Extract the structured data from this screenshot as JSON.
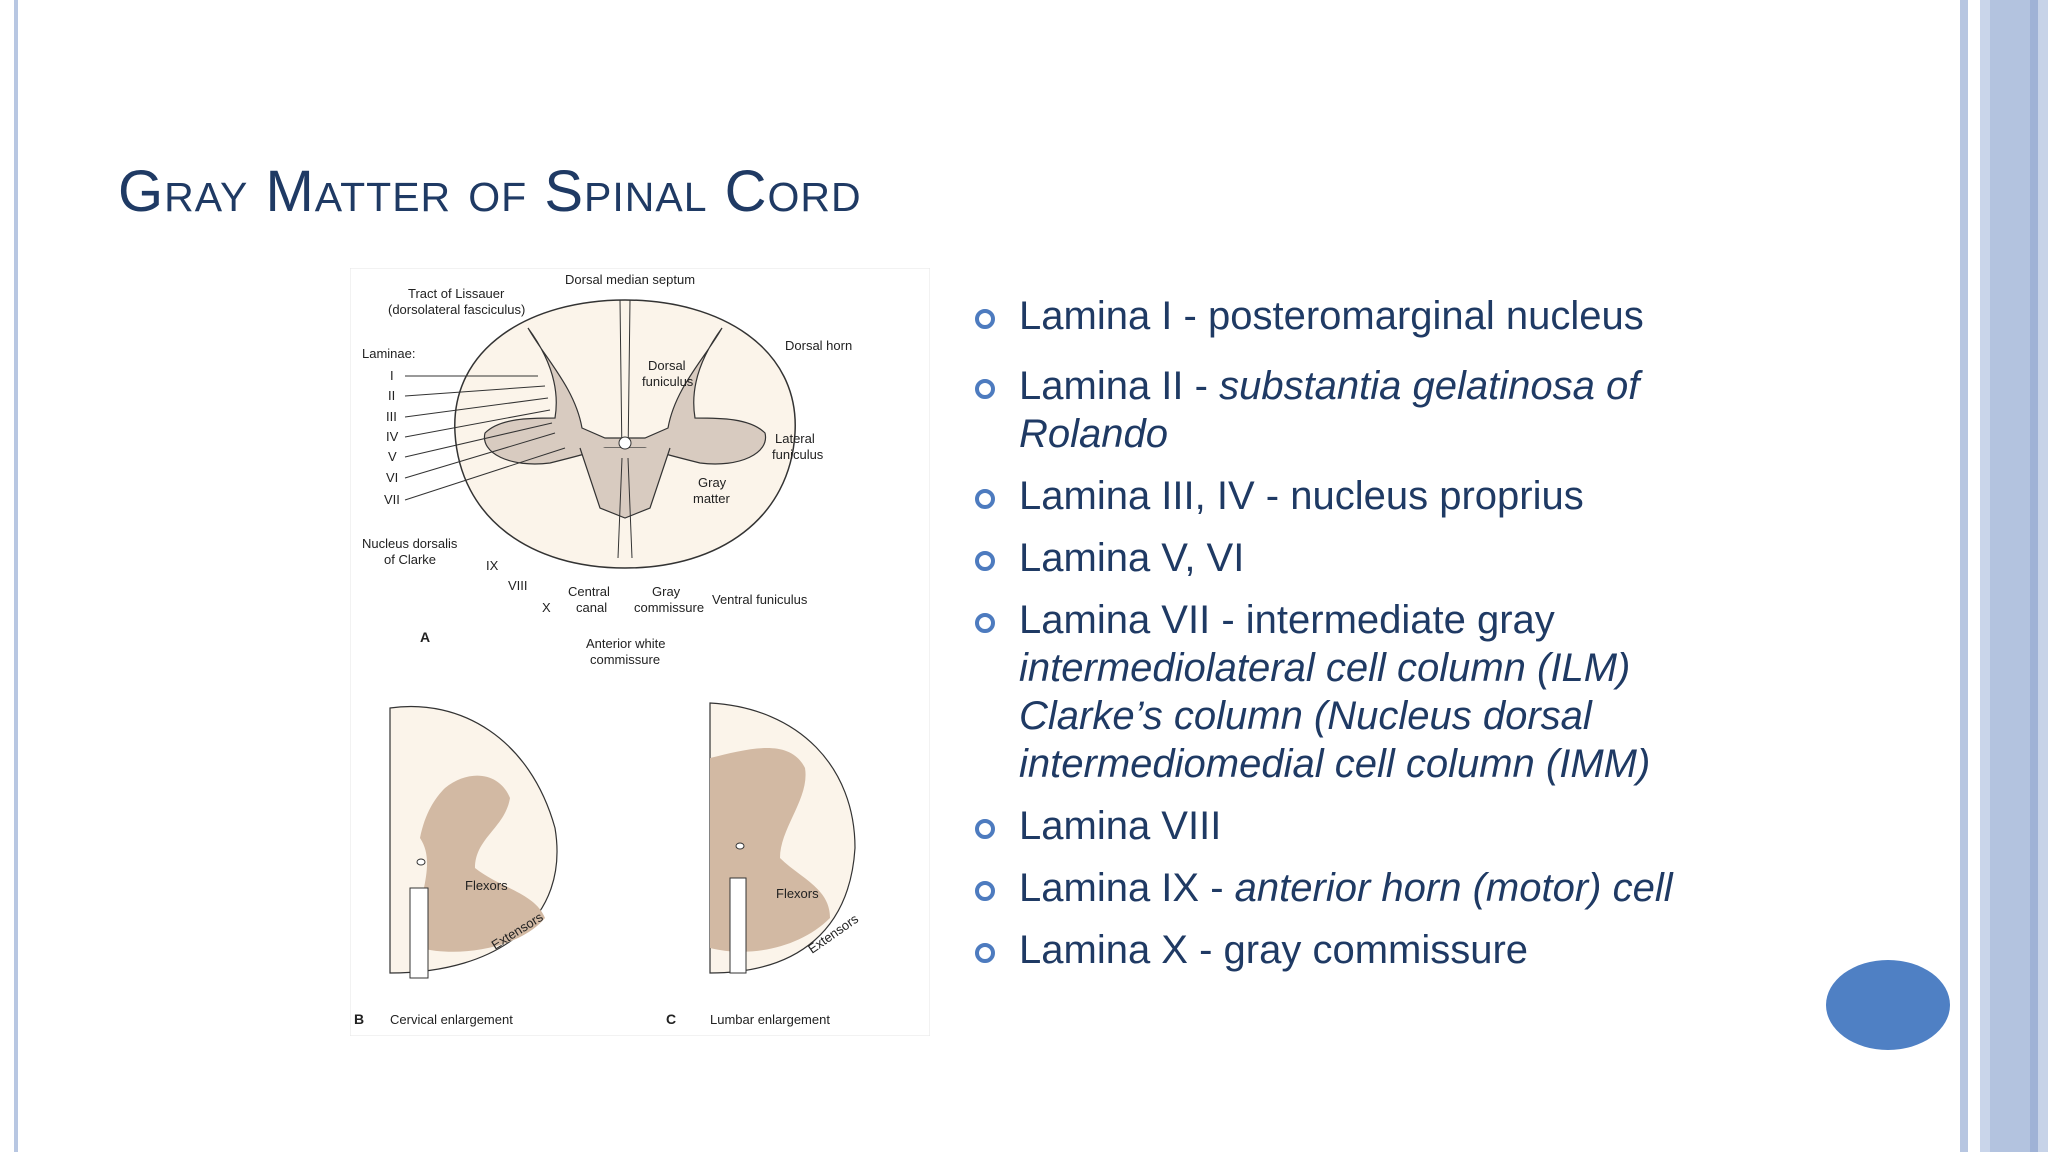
{
  "slide": {
    "title": "Gray Matter of Spinal Cord",
    "accent_color": "#1f3a64",
    "bullet_color": "#4d7bbf"
  },
  "figure": {
    "labels": {
      "dorsal_median_septum": "Dorsal median septum",
      "tract_lissauer": "Tract of Lissauer",
      "dorsolateral": "(dorsolateral fasciculus)",
      "laminae": "Laminae:",
      "lam_I": "I",
      "lam_II": "II",
      "lam_III": "III",
      "lam_IV": "IV",
      "lam_V": "V",
      "lam_VI": "VI",
      "lam_VII": "VII",
      "dorsal_horn": "Dorsal horn",
      "dorsal_funiculus_1": "Dorsal",
      "dorsal_funiculus_2": "funiculus",
      "lateral_funiculus_1": "Lateral",
      "lateral_funiculus_2": "funiculus",
      "gray_matter_1": "Gray",
      "gray_matter_2": "matter",
      "nucleus_dorsalis_1": "Nucleus dorsalis",
      "nucleus_dorsalis_2": "of Clarke",
      "lam_IX": "IX",
      "lam_VIII": "VIII",
      "lam_X": "X",
      "central_canal_1": "Central",
      "central_canal_2": "canal",
      "gray_commissure_1": "Gray",
      "gray_commissure_2": "commissure",
      "ventral_funiculus": "Ventral funiculus",
      "anterior_white_1": "Anterior white",
      "anterior_white_2": "commissure",
      "panel_A": "A",
      "panel_B": "B",
      "cervical": "Cervical enlargement",
      "panel_C": "C",
      "lumbar": "Lumbar enlargement",
      "flexors": "Flexors",
      "extensors": "Extensors"
    }
  },
  "bullets": [
    {
      "prefix": " Lamina  I  - posteromarginal nucleus",
      "italic": "",
      "subs": []
    },
    {
      "prefix": " Lamina  II - ",
      "italic": "substantia gelatinosa of Rolando",
      "subs": []
    },
    {
      "prefix": " Lamina  III, IV - nucleus proprius",
      "italic": "",
      "subs": []
    },
    {
      "prefix": " Lamina  V, VI",
      "italic": "",
      "subs": []
    },
    {
      "prefix": " Lamina  VII - intermediate gray",
      "italic": "",
      "subs": [
        "intermediolateral cell column (ILM)",
        "Clarke’s column (Nucleus dorsal",
        "intermediomedial cell column (IMM)"
      ]
    },
    {
      "prefix": "Lamina VIII",
      "italic": "",
      "subs": []
    },
    {
      "prefix": "Lamina IX - ",
      "italic": "anterior horn (motor) cell",
      "subs": []
    },
    {
      "prefix": "Lamina X - gray commissure",
      "italic": "",
      "subs": []
    }
  ]
}
